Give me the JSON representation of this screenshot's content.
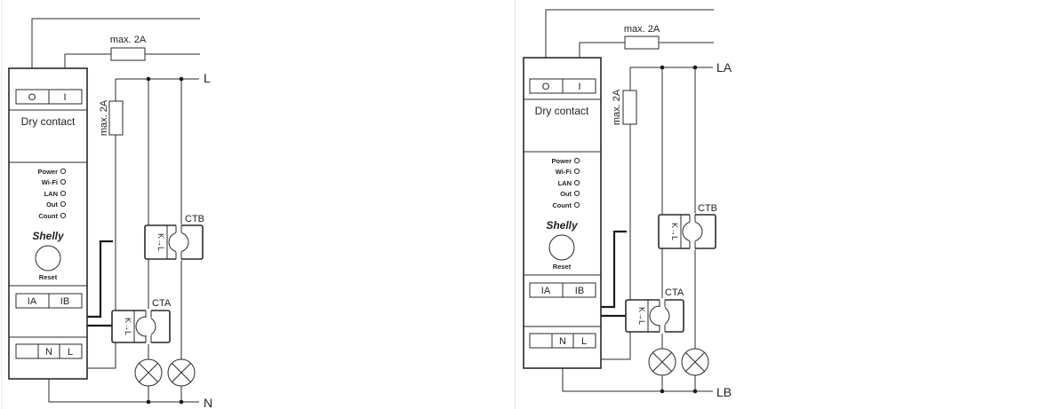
{
  "diagrams": [
    {
      "id": "left",
      "terminals_top": [
        "O",
        "I"
      ],
      "device_label": "Dry contact",
      "leds": [
        "Power",
        "Wi-Fi",
        "LAN",
        "Out",
        "Count"
      ],
      "logo": "Shelly",
      "reset_label": "Reset",
      "terminals_ct": [
        "IA",
        "IB"
      ],
      "terminals_power": [
        "",
        "N",
        "L"
      ],
      "fuse_top_label": "max. 2A",
      "fuse_side_label": "max. 2A",
      "line_top_label": "L",
      "line_bottom_label": "N",
      "ct_top_label": "CTB",
      "ct_bottom_label": "CTA",
      "ct_dir": "K→L"
    },
    {
      "id": "right",
      "terminals_top": [
        "O",
        "I"
      ],
      "device_label": "Dry contact",
      "leds": [
        "Power",
        "Wi-Fi",
        "LAN",
        "Out",
        "Count"
      ],
      "logo": "Shelly",
      "reset_label": "Reset",
      "terminals_ct": [
        "IA",
        "IB"
      ],
      "terminals_power": [
        "",
        "N",
        "L"
      ],
      "fuse_top_label": "max. 2A",
      "fuse_side_label": "max. 2A",
      "line_top_label": "LA",
      "line_bottom_label": "LB",
      "ct_top_label": "CTB",
      "ct_bottom_label": "CTA",
      "ct_dir": "K→L"
    }
  ],
  "colors": {
    "line": "#2a2a2a",
    "background": "#ffffff",
    "divider": "#e6e6e6"
  }
}
